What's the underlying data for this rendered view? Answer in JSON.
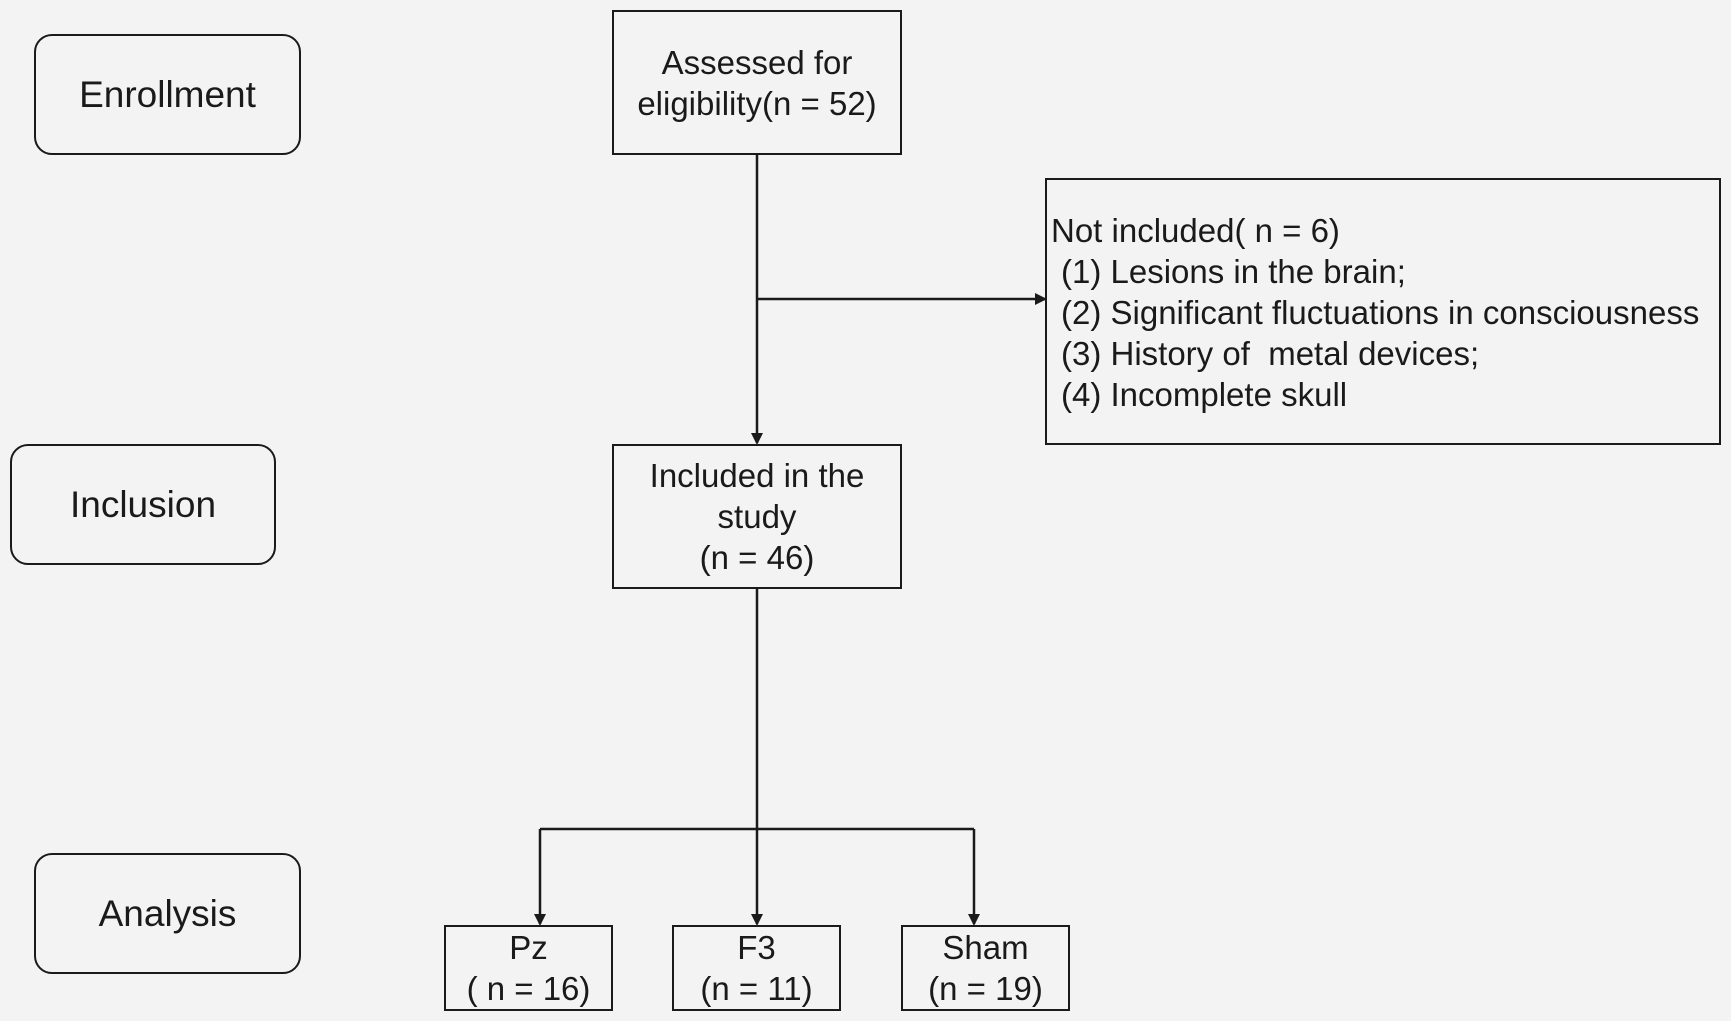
{
  "stages": {
    "enrollment": "Enrollment",
    "inclusion": "Inclusion",
    "analysis": "Analysis"
  },
  "assessed": {
    "line1": "Assessed for",
    "line2": "eligibility(n = 52)"
  },
  "excluded": {
    "title": "Not included( n = 6)",
    "reasons": [
      "(1) Lesions in the brain;",
      "(2) Significant fluctuations in consciousness",
      "(3) History of  metal devices;",
      "(4) Incomplete skull"
    ]
  },
  "included": {
    "line1": "Included in the",
    "line2": "study",
    "line3": "(n = 46)"
  },
  "groups": [
    {
      "name": "Pz",
      "count": "( n = 16)"
    },
    {
      "name": "F3",
      "count": "(n = 11)"
    },
    {
      "name": "Sham",
      "count": "(n = 19)"
    }
  ],
  "colors": {
    "line": "#1a1a1a",
    "background": "#f3f3f3"
  }
}
